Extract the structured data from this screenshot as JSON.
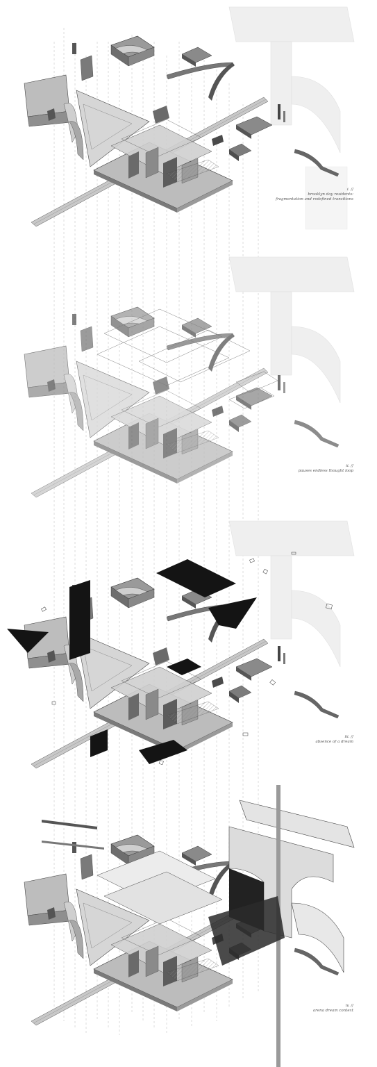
{
  "panels": [
    {
      "id": "i",
      "number": "i. //",
      "lines": [
        "brooklyn day residents:",
        "fragmentation and redefined transitions"
      ]
    },
    {
      "id": "ii",
      "number": "ii. //",
      "lines": [
        "pauses endless thought loop"
      ]
    },
    {
      "id": "iii",
      "number": "iii. //",
      "lines": [
        "absence of a dream"
      ]
    },
    {
      "id": "iv",
      "number": "iv. //",
      "lines": [
        "arena dream context"
      ]
    }
  ],
  "colors": {
    "ink": "#333333",
    "mid": "#9a9a9a",
    "light": "#d4d4d4",
    "black": "#141414",
    "ghost": "#eeeeee"
  }
}
